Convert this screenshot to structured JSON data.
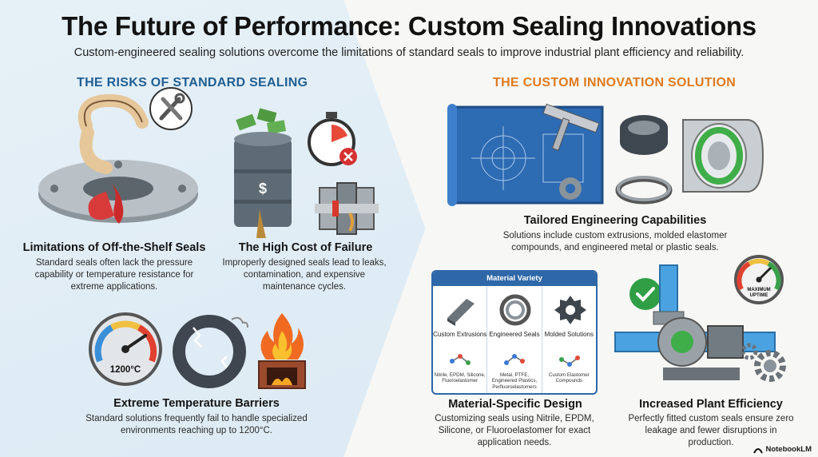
{
  "header": {
    "title": "The Future of Performance: Custom Sealing Innovations",
    "subtitle": "Custom-engineered sealing solutions overcome the limitations of standard seals to improve industrial plant efficiency and reliability."
  },
  "left_section": {
    "heading": "THE RISKS OF STANDARD SEALING",
    "cards": [
      {
        "title": "Limitations of Off-the-Shelf Seals",
        "desc": "Standard seals often lack the pressure capability or temperature resistance for extreme applications."
      },
      {
        "title": "The High Cost of Failure",
        "desc": "Improperly designed seals lead to leaks, contamination, and expensive maintenance cycles."
      },
      {
        "title": "Extreme Temperature Barriers",
        "desc": "Standard solutions frequently fail to handle specialized environments reaching up to 1200°C.",
        "gauge_label": "1200°C"
      }
    ]
  },
  "right_section": {
    "heading": "THE CUSTOM INNOVATION SOLUTION",
    "cards": [
      {
        "title": "Tailored Engineering Capabilities",
        "desc": "Solutions include custom extrusions, molded elastomer compounds, and engineered metal or plastic seals."
      },
      {
        "title": "Material-Specific Design",
        "desc": "Customizing seals using Nitrile, EPDM, Silicone, or Fluoroelastomer for exact application needs."
      },
      {
        "title": "Increased Plant Efficiency",
        "desc": "Perfectly fitted custom seals ensure zero leakage and fewer disruptions in production.",
        "gauge_label": "MAXIMUM UPTIME"
      }
    ],
    "material_panel": {
      "heading": "Material Variety",
      "columns": [
        {
          "name": "Custom Extrusions",
          "materials": "Nitrile, EPDM, Silicone, Fluoroelastomer"
        },
        {
          "name": "Engineered Seals",
          "materials": "Metal, PTFE, Engineered Plastics, Perfluoroelastomers"
        },
        {
          "name": "Molded Solutions",
          "materials": "Custom Elastomer Compounds"
        }
      ]
    }
  },
  "brand": "NotebookLM",
  "colors": {
    "left_accent": "#1f5f93",
    "right_accent": "#e07a1e",
    "panel_blue": "#2e68a8"
  }
}
